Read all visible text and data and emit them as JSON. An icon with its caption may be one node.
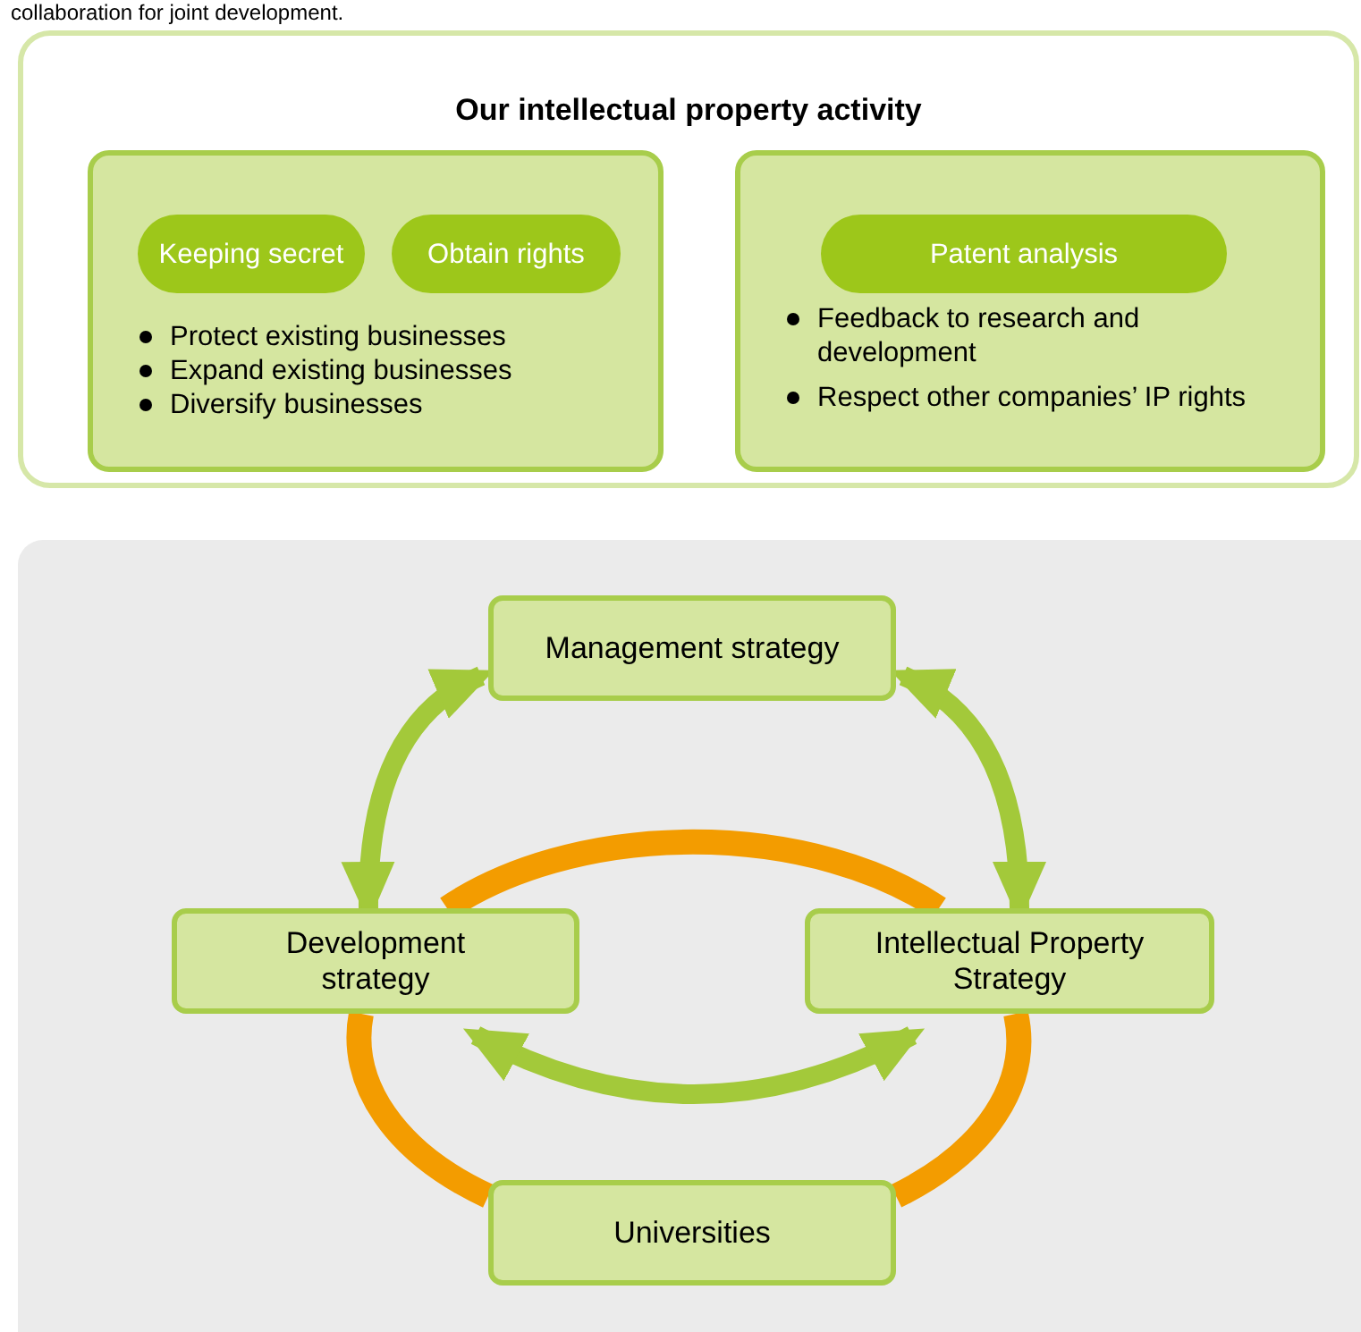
{
  "diagram": {
    "nodes": [
      {
        "text": [
          "Our intellectual property activity"
        ]
      },
      {
        "text": [
          "Protect existing businesses",
          "Expand existing businesses",
          "Diversify businesses"
        ],
        "in": 0
      },
      {
        "text": [
          "Keeping secret"
        ],
        "in": 1
      },
      {
        "text": [
          "Obtain rights"
        ],
        "in": 1
      },
      {
        "text": [
          "Feedback to research and development",
          "Respect other companies’ IP rights"
        ],
        "in": 0
      },
      {
        "text": [
          "Patent analysis"
        ],
        "in": 4
      },
      {
        "text": [
          "Management strategy"
        ]
      },
      {
        "text": [
          "Development strategy"
        ]
      },
      {
        "text": [
          "Intellectual Property Strategy"
        ]
      },
      {
        "text": [
          "Universities"
        ]
      }
    ],
    "edges": [
      {
        "from": 6,
        "to": 7,
        "arrow": "both",
        "color": "#a3c93a"
      },
      {
        "from": 6,
        "to": 8,
        "arrow": "both",
        "color": "#a3c93a"
      },
      {
        "from": 7,
        "to": 8,
        "arrow": "both",
        "color": "#a3c93a"
      },
      {
        "from": 7,
        "to": 8,
        "arrow": "none",
        "color": "#f39c00"
      },
      {
        "from": 8,
        "to": 9,
        "arrow": "none",
        "color": "#f39c00"
      },
      {
        "from": 9,
        "to": 7,
        "arrow": "none",
        "color": "#f39c00"
      }
    ],
    "labels": [
      "collaboration for joint development."
    ]
  }
}
